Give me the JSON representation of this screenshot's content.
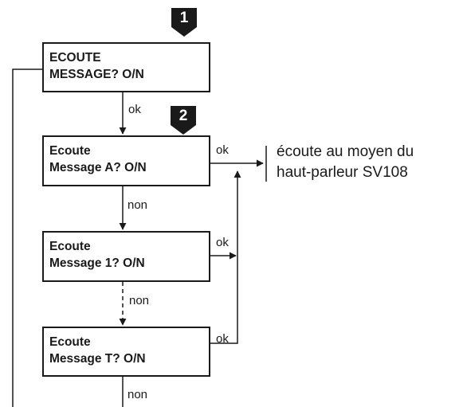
{
  "steps": [
    {
      "badge": "1",
      "line1": "ECOUTE",
      "line2": "MESSAGE? O/N"
    },
    {
      "badge": "2",
      "line1": "Ecoute",
      "line2": "Message A? O/N"
    },
    {
      "line1": "Ecoute",
      "line2": "Message 1? O/N"
    },
    {
      "line1": "Ecoute",
      "line2": "Message T? O/N"
    }
  ],
  "labels": {
    "ok": "ok",
    "non": "non"
  },
  "result": {
    "line1": "écoute au moyen du",
    "line2": "haut-parleur SV108"
  }
}
